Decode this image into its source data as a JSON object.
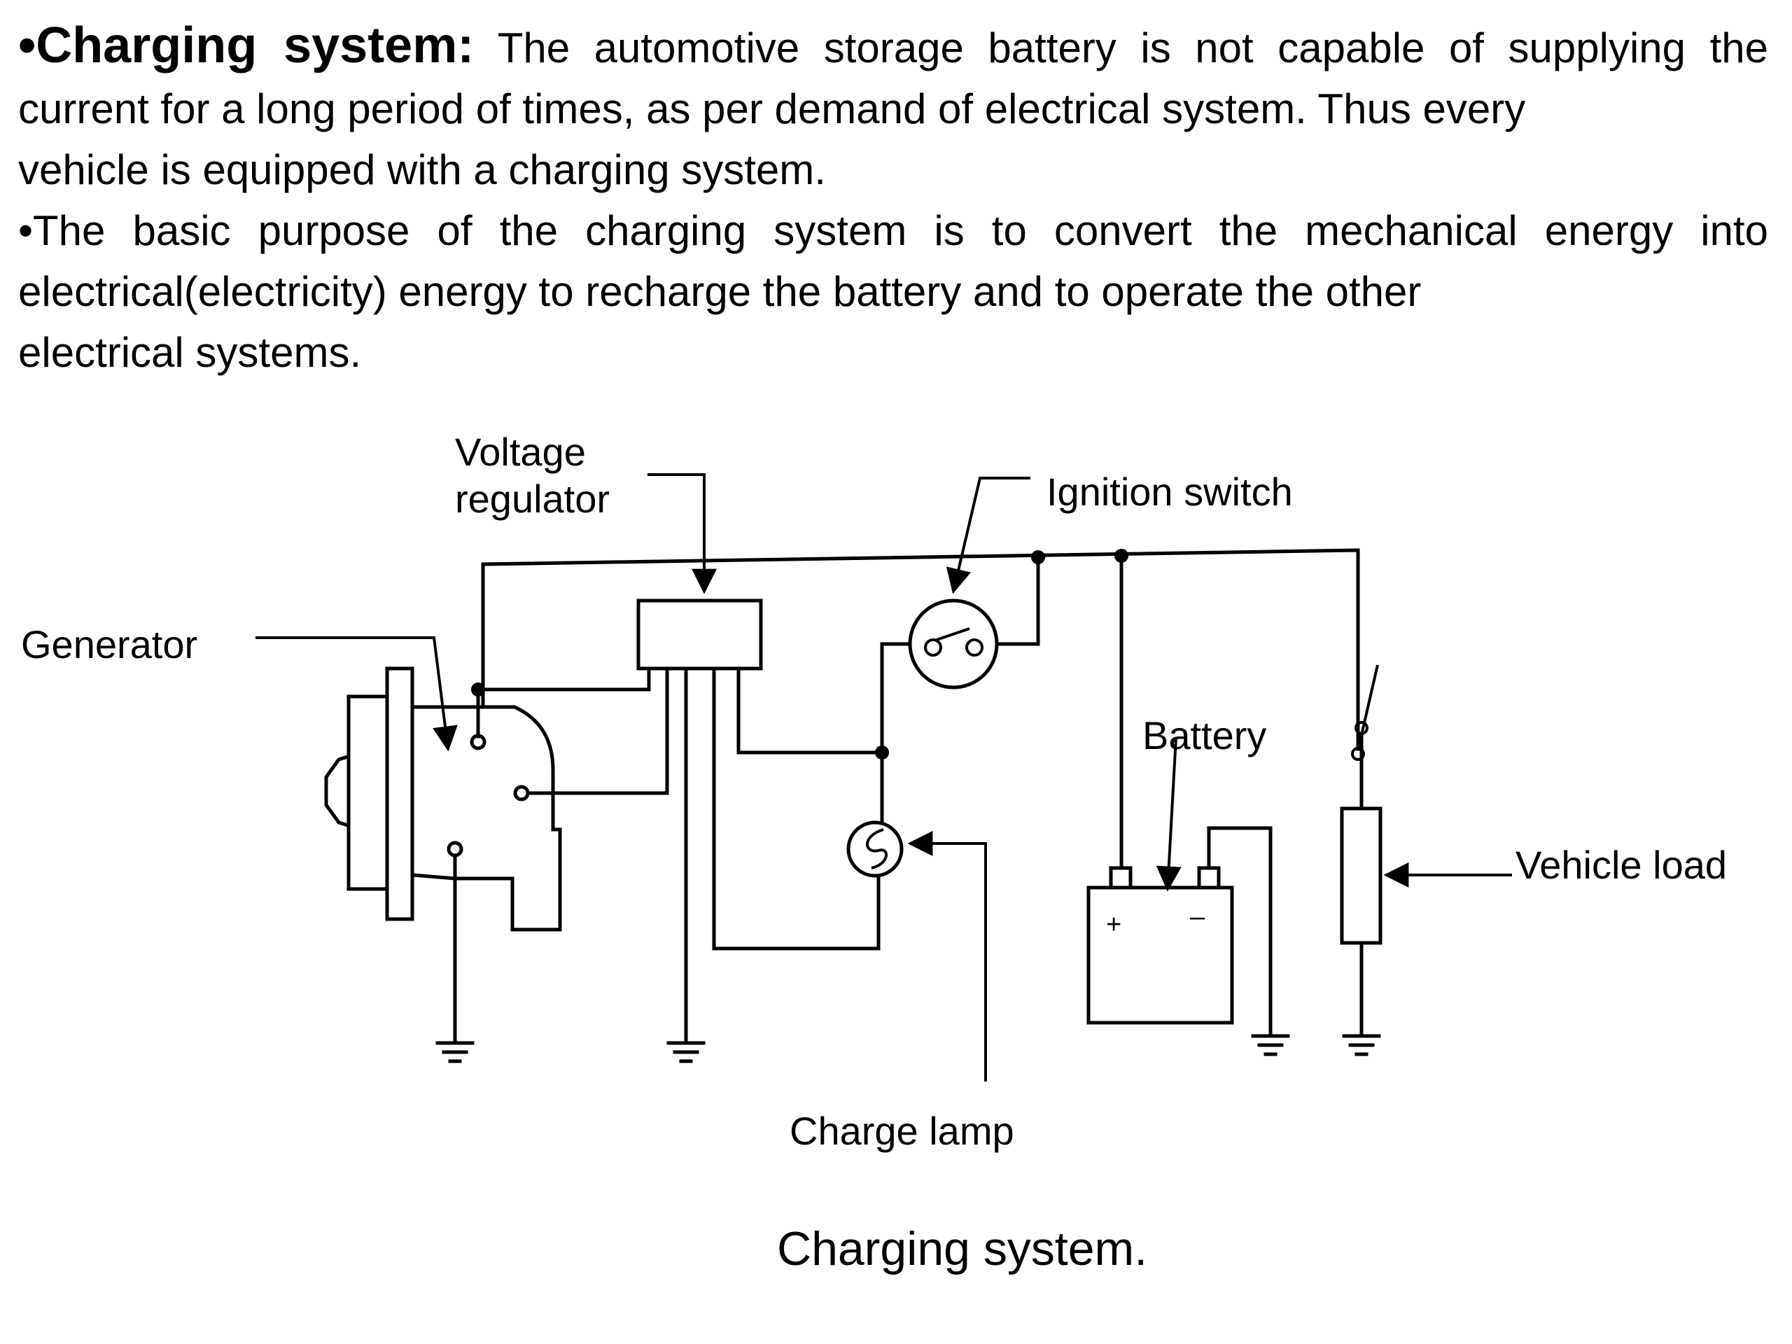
{
  "intro": {
    "heading": "•Charging system:",
    "paragraph1": " The automotive storage battery is not capable of supplying the current for a long period of times, as per demand of electrical system. Thus every",
    "paragraph1_end": "vehicle is equipped with a charging system.",
    "paragraph2": "•The basic purpose of the charging system is to convert the mechanical energy into electrical(electricity) energy to recharge the battery and to operate the other",
    "paragraph2_end": "electrical systems."
  },
  "diagram": {
    "labels": {
      "voltage_regulator_line1": "Voltage",
      "voltage_regulator_line2": "regulator",
      "ignition_switch": "Ignition switch",
      "generator": "Generator",
      "battery": "Battery",
      "vehicle_load": "Vehicle load",
      "charge_lamp": "Charge lamp",
      "battery_plus": "+",
      "battery_minus": "–"
    },
    "caption": "Charging system."
  }
}
